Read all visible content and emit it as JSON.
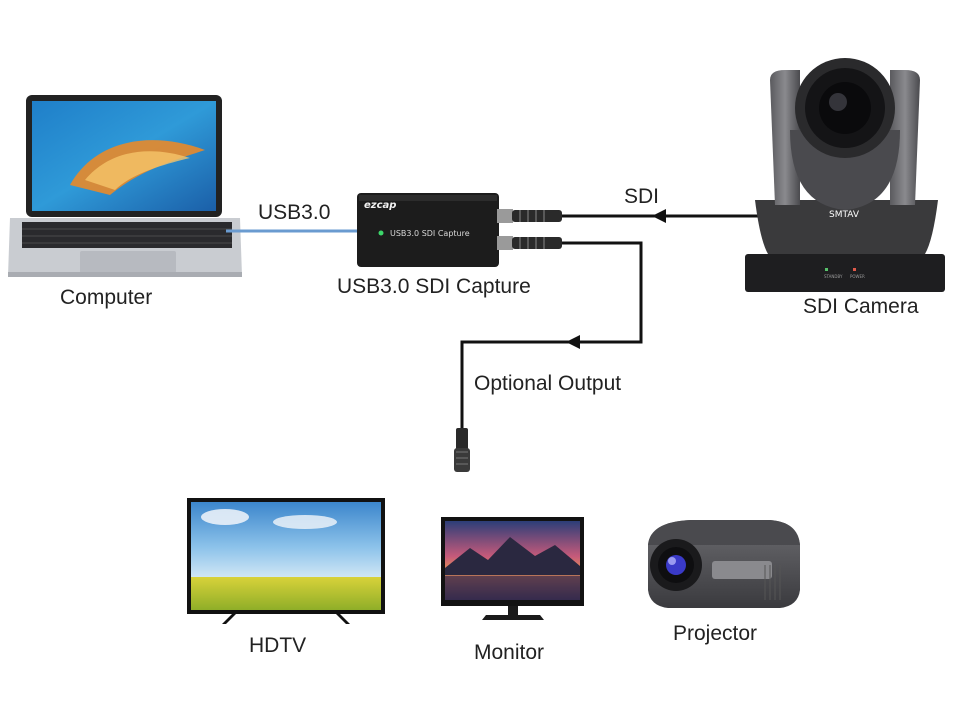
{
  "labels": {
    "computer": "Computer",
    "usb_link": "USB3.0",
    "capture_device": "USB3.0 SDI Capture",
    "sdi_link": "SDI",
    "sdi_camera": "SDI Camera",
    "optional_output": "Optional Output",
    "hdtv": "HDTV",
    "monitor": "Monitor",
    "projector": "Projector"
  },
  "device_text": {
    "brand": "ezcap",
    "model": "USB3.0 SDI Capture",
    "camera_brand": "SMTAV",
    "standby": "STANDBY",
    "power": "POWER"
  },
  "colors": {
    "usb_cable": "#6a9bd0",
    "sdi_cable": "#111111",
    "device_body": "#1c1c1c",
    "camera_body": "#3a3a3c",
    "label_text": "#222222"
  }
}
